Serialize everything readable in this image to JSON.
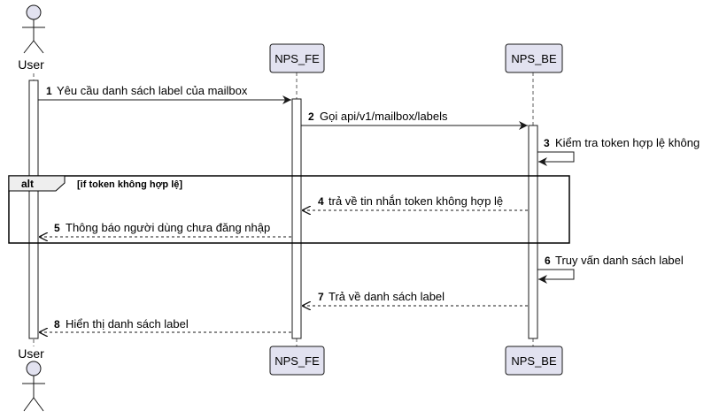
{
  "participants": {
    "user": "User",
    "fe": "NPS_FE",
    "be": "NPS_BE"
  },
  "alt_frame": {
    "keyword": "alt",
    "condition": "[if token không hợp lệ]"
  },
  "messages": [
    {
      "num": "1",
      "text": "Yêu cầu danh sách label của mailbox"
    },
    {
      "num": "2",
      "text": "Gọi api/v1/mailbox/labels"
    },
    {
      "num": "3",
      "text": "Kiểm tra token hợp lệ không"
    },
    {
      "num": "4",
      "text": "trả về tin nhắn token không hợp lệ"
    },
    {
      "num": "5",
      "text": "Thông báo người dùng chưa đăng nhập"
    },
    {
      "num": "6",
      "text": "Truy vấn danh sách label"
    },
    {
      "num": "7",
      "text": "Trả về danh sách label"
    },
    {
      "num": "8",
      "text": "Hiển thị danh sách label"
    }
  ],
  "colors": {
    "participant_fill": "#E2E2F0",
    "participant_stroke": "#181818",
    "line": "#181818"
  }
}
